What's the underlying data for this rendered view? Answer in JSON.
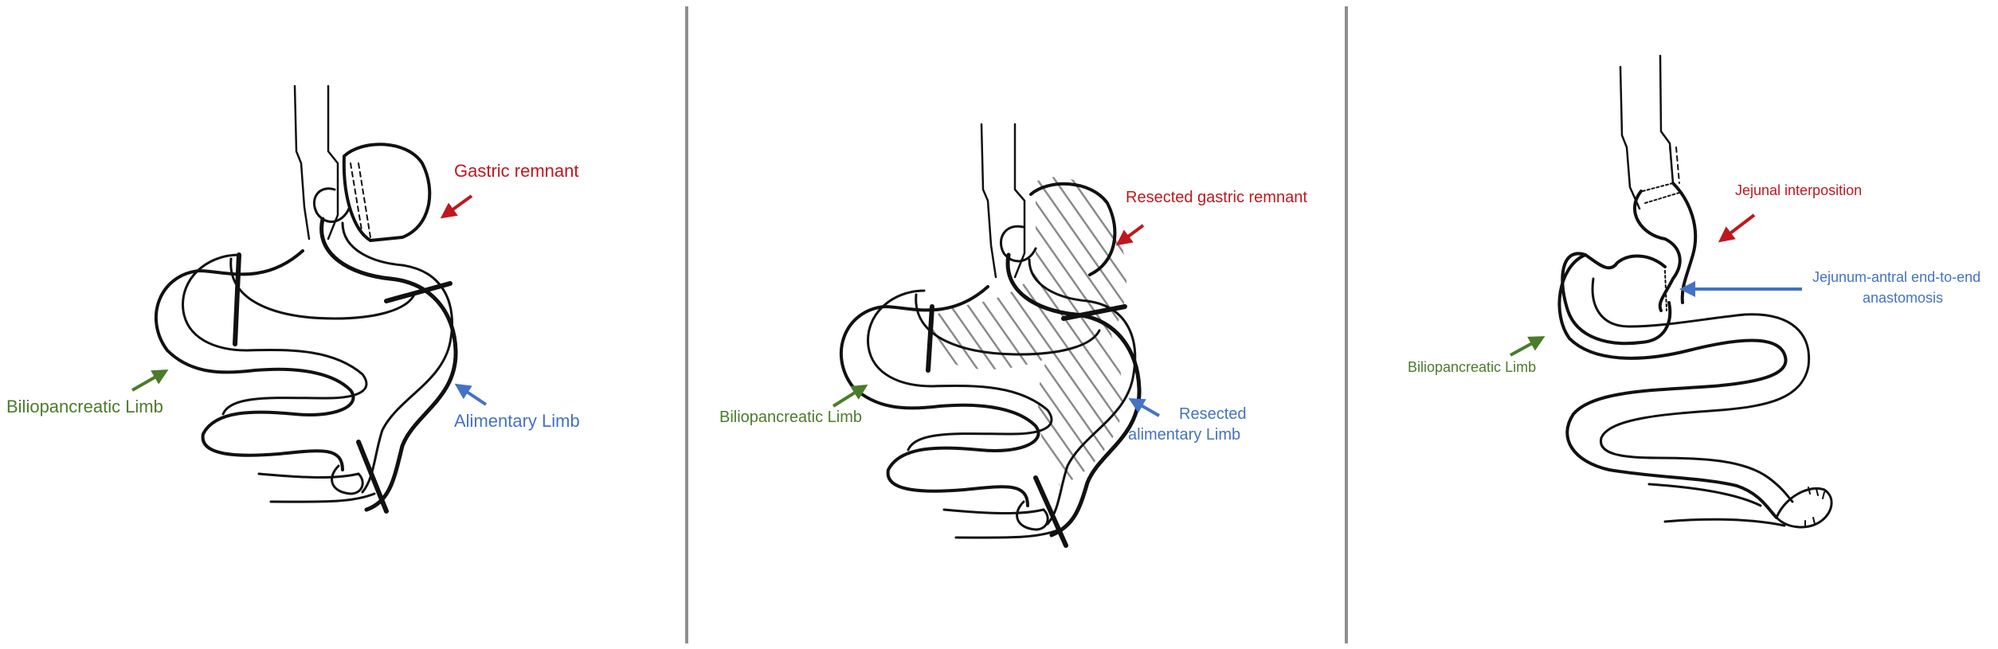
{
  "colors": {
    "red": "#c0171e",
    "green": "#4a7c2a",
    "blue": "#4472c4",
    "ink": "#111111",
    "divider": "#8f8f8f",
    "hatch": "#8a8a8a"
  },
  "panels": [
    {
      "labels": {
        "gastric": "Gastric remnant",
        "biliopancreatic": "Biliopancreatic Limb",
        "alimentary": "Alimentary Limb"
      }
    },
    {
      "labels": {
        "gastric_line1": "Resected gastric remnant",
        "biliopancreatic": "Biliopancreatic Limb",
        "alimentary_line1": "Resected",
        "alimentary_line2": "alimentary Limb"
      }
    },
    {
      "labels": {
        "jejunal": "Jejunal interposition",
        "anastomosis_line1": "Jejunum-antral end-to-end",
        "anastomosis_line2": "anastomosis",
        "biliopancreatic": "Biliopancreatic Limb"
      }
    }
  ]
}
